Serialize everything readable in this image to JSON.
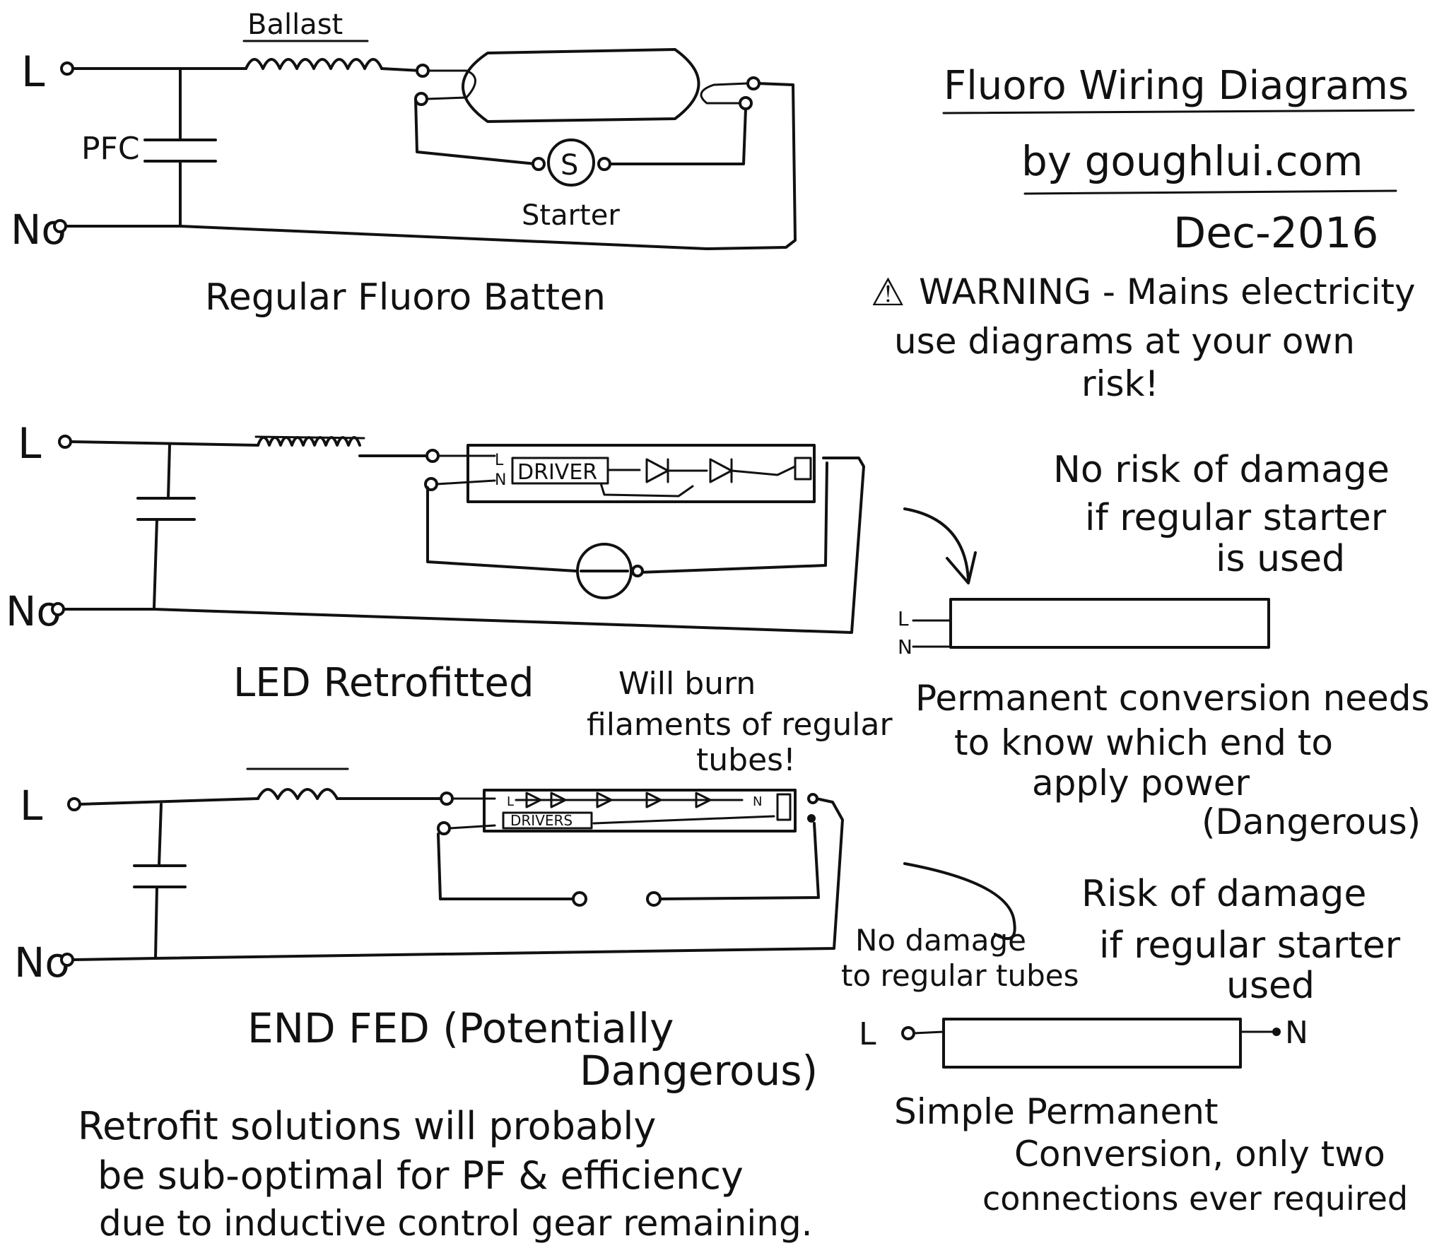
{
  "title": {
    "line1": "Fluoro Wiring Diagrams",
    "line2": "by goughlui.com",
    "date": "Dec-2016"
  },
  "warning": {
    "symbol": "⚠",
    "line1": "WARNING - Mains electricity",
    "line2": "use diagrams at your own",
    "line3": "risk!"
  },
  "diagram1": {
    "ballast": "Ballast",
    "pfc": "PFC",
    "starter_symbol": "S",
    "starter": "Starter",
    "caption": "Regular Fluoro Batten"
  },
  "terminals": {
    "live": "L",
    "neutral": "No"
  },
  "diagram2": {
    "tube_l": "L",
    "tube_n": "N",
    "driver": "DRIVER",
    "caption": "LED Retrofitted",
    "note_line1": "Will burn",
    "note_line2": "filaments of regular",
    "note_line3": "tubes!",
    "side_line1": "No risk of damage",
    "side_line2": "if regular starter",
    "side_line3": "is used",
    "small_l": "L",
    "small_n": "N",
    "perm_line1": "Permanent conversion needs",
    "perm_line2": "to know which end to",
    "perm_line3": "apply power",
    "perm_line4": "(Dangerous)"
  },
  "diagram3": {
    "tube_l": "L",
    "tube_n": "N",
    "driver": "DRIVERS",
    "caption_line1": "END FED (Potentially",
    "caption_line2": "Dangerous)",
    "no_damage_line1": "No damage",
    "no_damage_line2": "to regular tubes",
    "risk_line1": "Risk of damage",
    "risk_line2": "if regular starter",
    "risk_line3": "used",
    "simple_l": "L",
    "simple_n": "N",
    "simple_line1": "Simple Permanent",
    "simple_line2": "Conversion, only two",
    "simple_line3": "connections ever required"
  },
  "footer": {
    "line1": "Retrofit solutions will probably",
    "line2": "be sub-optimal for PF & efficiency",
    "line3": "due to inductive control gear remaining."
  }
}
